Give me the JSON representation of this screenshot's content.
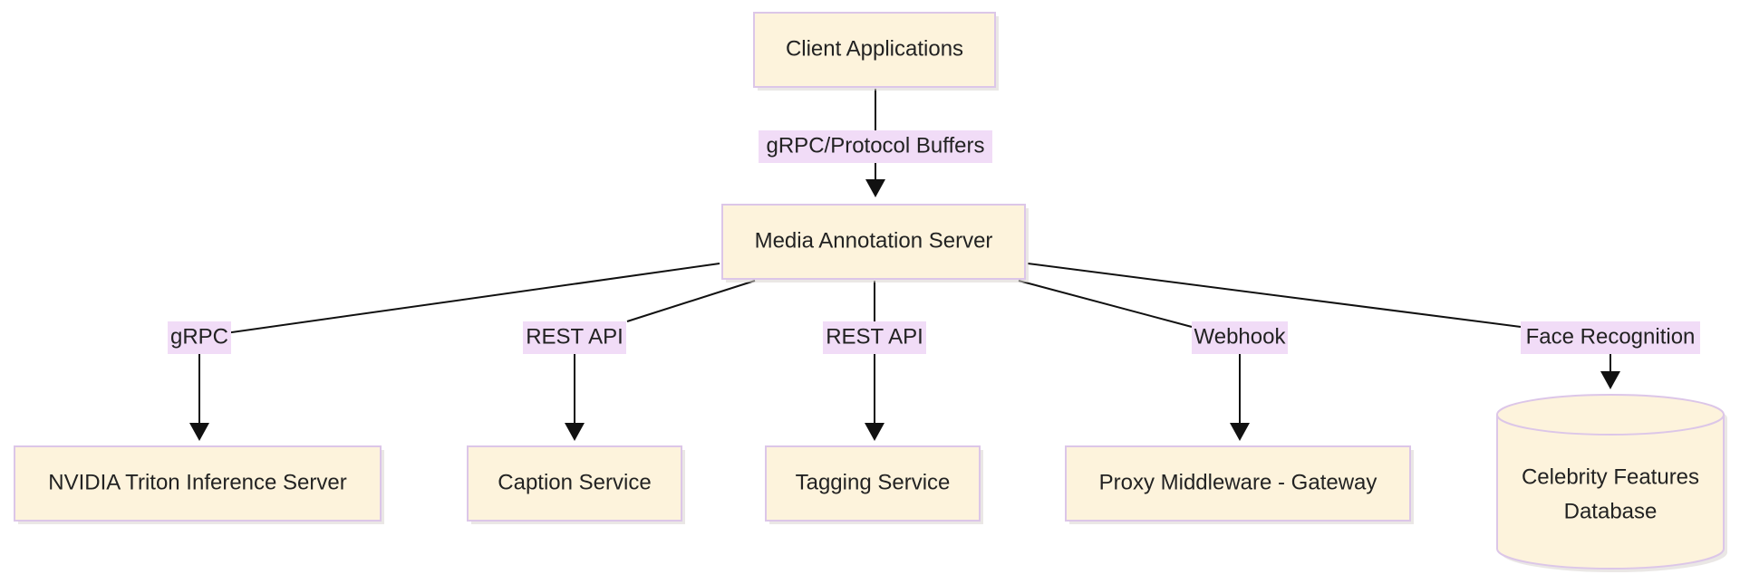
{
  "diagram": {
    "nodes": {
      "client": {
        "label": "Client Applications"
      },
      "server": {
        "label": "Media Annotation Server"
      },
      "triton": {
        "label": "NVIDIA Triton Inference Server"
      },
      "caption": {
        "label": "Caption Service"
      },
      "tagging": {
        "label": "Tagging Service"
      },
      "proxy": {
        "label": "Proxy Middleware - Gateway"
      },
      "celebrity_db": {
        "label_line1": "Celebrity Features",
        "label_line2": "Database"
      }
    },
    "edges": {
      "client_server": {
        "label": "gRPC/Protocol Buffers"
      },
      "server_triton": {
        "label": "gRPC"
      },
      "server_caption": {
        "label": "REST API"
      },
      "server_tagging": {
        "label": "REST API"
      },
      "server_proxy": {
        "label": "Webhook"
      },
      "server_celebrity": {
        "label": "Face Recognition"
      }
    },
    "colors": {
      "node_fill": "#fdf3dc",
      "node_border": "#dcc6e8",
      "edge_label_bg": "#f1dcf7",
      "edge": "#111111"
    }
  }
}
